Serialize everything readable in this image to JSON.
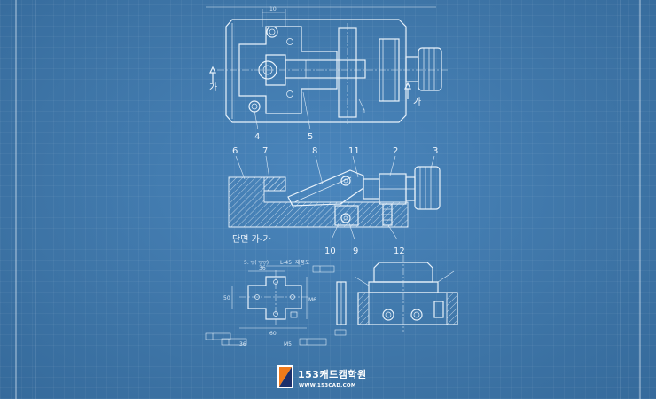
{
  "top_view": {
    "dim_10": "10",
    "section_mark_left": "가",
    "section_mark_right": "가"
  },
  "callouts": {
    "n1": "1",
    "n2": "2",
    "n3": "3",
    "n4": "4",
    "n5": "5",
    "n6": "6",
    "n7": "7",
    "n8": "8",
    "n9": "9",
    "n10": "10",
    "n11": "11",
    "n12": "12"
  },
  "section_title": "단면 가-가",
  "part_drawing": {
    "surface_finish": "5.  ▽(  ▽▽)",
    "material_note": "재품도",
    "dim_a": "36",
    "dim_b": "L-45",
    "dim_c": "50",
    "dim_d": "36",
    "dim_e": "M6",
    "dim_f": "60",
    "dim_g": "M5"
  },
  "brand": {
    "name": "153캐드캠학원",
    "url": "WWW.153CAD.COM",
    "colors": {
      "orange": "#f07a1a",
      "navy": "#1c2f6b",
      "white": "#ffffff"
    }
  },
  "colors": {
    "background": "#3f78ab",
    "line": "#e8f2fb"
  }
}
